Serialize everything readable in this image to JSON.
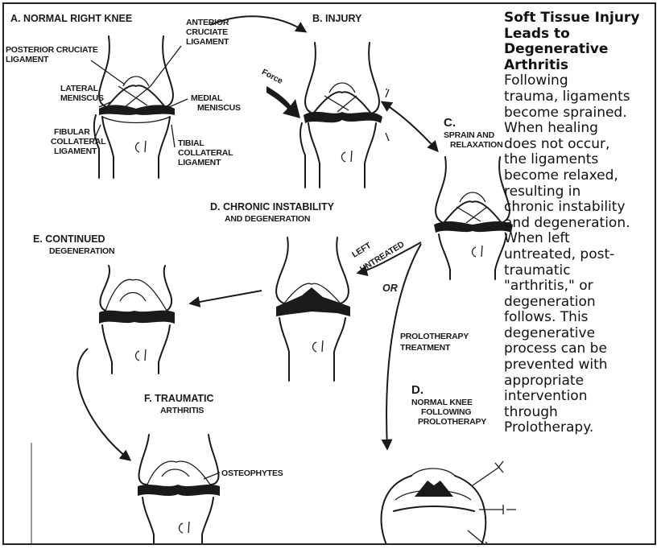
{
  "figure": {
    "labels": {
      "a": "A. NORMAL RIGHT KNEE",
      "pcl": [
        "POSTERIOR CRUCIATE",
        "LIGAMENT"
      ],
      "acl": [
        "ANTERIOR",
        "CRUCIATE",
        "LIGAMENT"
      ],
      "lateral_meniscus": [
        "LATERAL",
        "MENISCUS"
      ],
      "medial_meniscus": [
        "MEDIAL",
        "MENISCUS"
      ],
      "fibular_collateral": [
        "FIBULAR",
        "COLLATERAL",
        "LIGAMENT"
      ],
      "tibial_collateral": [
        "TIBIAL",
        "COLLATERAL",
        "LIGAMENT"
      ],
      "b": "B. INJURY",
      "force": "Force",
      "c": [
        "C.",
        "SPRAIN AND",
        "RELAXATION"
      ],
      "d_chronic": [
        "D. CHRONIC INSTABILITY",
        "AND DEGENERATION"
      ],
      "left_untreated": [
        "LEFT",
        "UNTREATED"
      ],
      "or": "OR",
      "e": [
        "E. CONTINUED",
        "DEGENERATION"
      ],
      "prolotherapy_treatment": [
        "PROLOTHERAPY",
        "TREATMENT"
      ],
      "d_normal": [
        "D.",
        "NORMAL KNEE",
        "FOLLOWING",
        "PROLOTHERAPY"
      ],
      "f": [
        "F. TRAUMATIC",
        "ARTHRITIS"
      ],
      "osteophytes": "OSTEOPHYTES"
    },
    "caption": {
      "title": [
        "Soft Tissue Injury",
        "Leads to",
        "Degenerative",
        "Arthritis"
      ],
      "body": [
        "Following",
        "trauma, ligaments",
        "become sprained.",
        "When healing",
        "does not occur,",
        "the ligaments",
        "become relaxed,",
        "resulting in",
        "chronic instability",
        "and degeneration.",
        "When left",
        "untreated, post-",
        "traumatic",
        "\"arthritis,\" or",
        "degeneration",
        "follows. This",
        "degenerative",
        "process can be",
        "prevented with",
        "appropriate",
        "intervention",
        "through",
        "Prolotherapy."
      ]
    }
  }
}
